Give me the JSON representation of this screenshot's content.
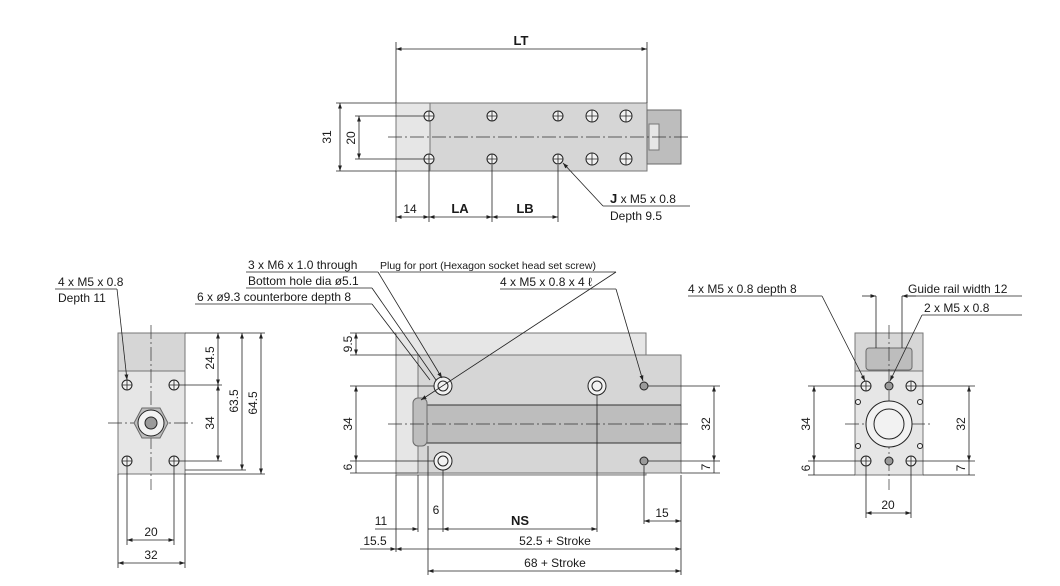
{
  "top_view": {
    "lt": "LT",
    "d31": "31",
    "d20": "20",
    "d14": "14",
    "la": "LA",
    "lb": "LB",
    "j_bold": "J",
    "j_rest": " x M5 x 0.8",
    "j_depth": "Depth 9.5"
  },
  "left_view": {
    "note1": "4 x M5 x 0.8",
    "note2": "Depth 11",
    "d245": "24.5",
    "d635": "63.5",
    "d645": "64.5",
    "d34": "34",
    "d20": "20",
    "d32": "32"
  },
  "front_view": {
    "note_m6": "3 x M6 x 1.0 through",
    "note_bottom": "Bottom hole dia ø5.1",
    "note_cbore": "6 x ø9.3 counterbore depth 8",
    "note_plug": "Plug for port (Hexagon socket head set screw)",
    "note_m5": "4 x M5 x 0.8 x 4 ℓ",
    "d95": "9.5",
    "d34": "34",
    "d6": "6",
    "d32": "32",
    "d7": "7",
    "d11": "11",
    "d6b": "6",
    "ns": "NS",
    "d15": "15",
    "d155": "15.5",
    "d525": "52.5 + Stroke",
    "d68": "68 + Stroke"
  },
  "right_view": {
    "note_m5d8": "4 x M5 x 0.8 depth 8",
    "note_rail": "Guide rail width 12",
    "note_m5": "2 x M5 x 0.8",
    "d34": "34",
    "d6": "6",
    "d32": "32",
    "d7": "7",
    "d20": "20"
  }
}
